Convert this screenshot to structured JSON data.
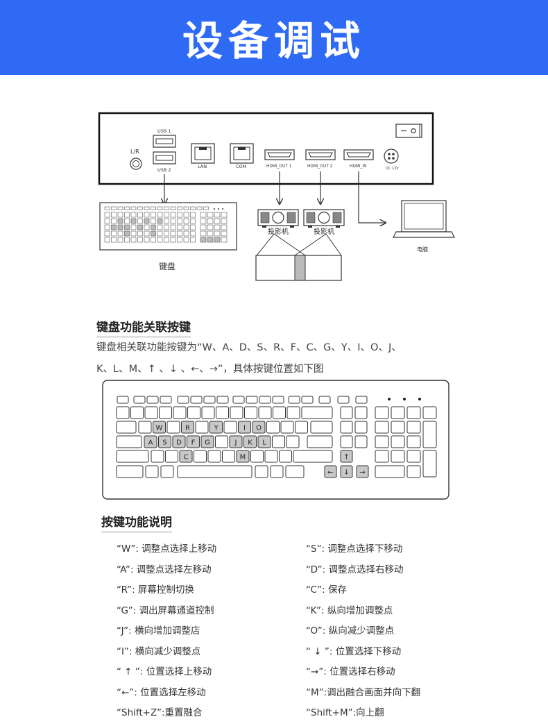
{
  "header": {
    "title": "设备调试"
  },
  "device": {
    "usb1": "USB 1",
    "usb2": "USB 2",
    "lr": "L/R",
    "lan": "LAN",
    "com": "COM",
    "hdmi_out1": "HDMI_OUT 1",
    "hdmi_out2": "HDMI_OUT 2",
    "hdmi_in": "HDMI_IN",
    "dc": "DC 12V"
  },
  "diagram": {
    "keyboard_label": "键盘",
    "projector1": "投影机",
    "projector2": "投影机",
    "computer": "电脑"
  },
  "section1": {
    "title": "键盘功能关联按键",
    "line1": "键盘相关联功能按键为“W、A、D、S、R、F、C、G、Y、I、O、J、",
    "line2": "K、L、M、↑ 、↓ 、←、→”，具体按键位置如下图"
  },
  "keys": {
    "w": "W",
    "r": "R",
    "y": "Y",
    "i": "I",
    "o": "O",
    "a": "A",
    "s": "S",
    "d": "D",
    "f": "F",
    "g": "G",
    "j": "J",
    "k": "K",
    "l": "L",
    "c": "C",
    "m": "M",
    "up": "↑",
    "left": "←",
    "down": "↓",
    "right": "→"
  },
  "section2": {
    "title": "按键功能说明",
    "left": [
      "“W”: 调整点选择上移动",
      "“A”: 调整点选择左移动",
      "“R”: 屏幕控制切换",
      "“G”: 调出屏幕通道控制",
      "“J”: 横向增加调整店",
      "“I”: 横向减少调整点",
      "“ ↑ ”: 位置选择上移动",
      "“←”: 位置选择左移动",
      "“Shift+Z”:重置融合"
    ],
    "right": [
      "“S”: 调整点选择下移动",
      "“D”: 调整点选择右移动",
      "“C”: 保存",
      "“K”: 纵向增加调整点",
      "“O”: 纵向减少调整点",
      "“ ↓ ”: 位置选择下移动",
      "“→”: 位置选择右移动",
      "“M”:调出融合画面并向下翻",
      "“Shift+M”:向上翻"
    ]
  }
}
